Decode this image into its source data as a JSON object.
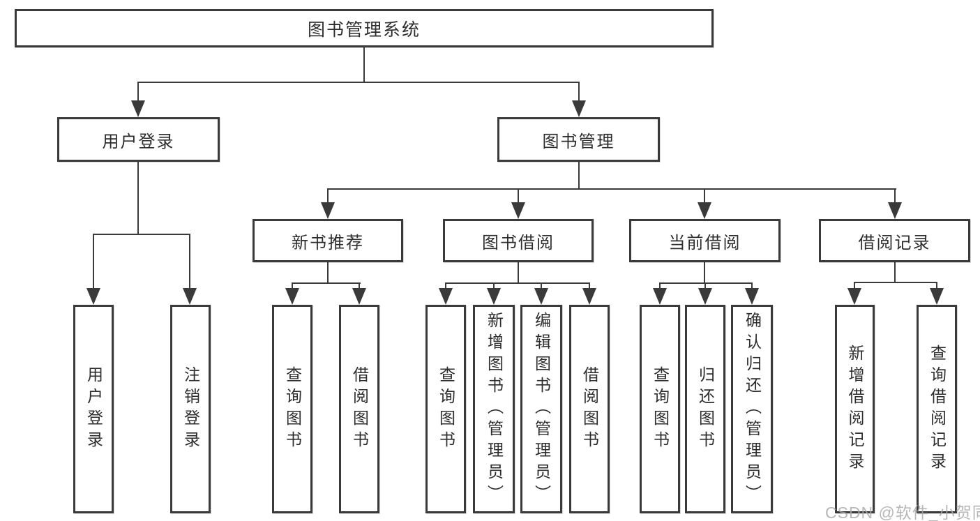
{
  "diagram": {
    "title": "图书管理系统",
    "branches": {
      "user_login": {
        "label": "用户登录",
        "children": [
          "用户登录",
          "注销登录"
        ]
      },
      "book_management": {
        "label": "图书管理",
        "sections": [
          {
            "label": "新书推荐",
            "children": [
              "查询图书",
              "借阅图书"
            ]
          },
          {
            "label": "图书借阅",
            "children": [
              "查询图书",
              "新增图书（管理员）",
              "编辑图书（管理员）",
              "借阅图书"
            ]
          },
          {
            "label": "当前借阅",
            "children": [
              "查询图书",
              "归还图书",
              "确认归还（管理员）"
            ]
          },
          {
            "label": "借阅记录",
            "children": [
              "新增借阅记录",
              "查询借阅记录"
            ]
          }
        ]
      }
    },
    "watermark": "CSDN @软件_小贺同学",
    "colors": {
      "line": "#3a3a3a",
      "text": "#2d2d2d",
      "watermark": "#aaaaaa",
      "background": "#ffffff"
    }
  }
}
